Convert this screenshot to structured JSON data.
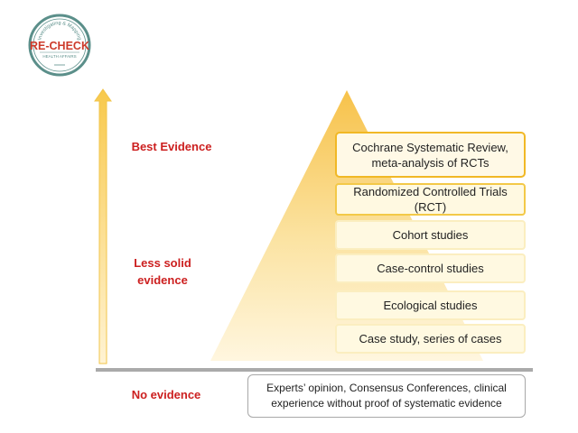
{
  "logo": {
    "name": "RE-CHECK",
    "arc_text": "Investigating & Mapping",
    "sub_text": "HEALTH AFFAIRS",
    "ring_color": "#5b8f8a",
    "text_color": "#cc3a2a"
  },
  "scale": {
    "best": "Best Evidence",
    "less_line1": "Less solid",
    "less_line2": "evidence",
    "none": "No evidence"
  },
  "levels": [
    {
      "line1": "Cochrane Systematic Review,",
      "line2": "meta-analysis of RCTs"
    },
    {
      "line1": "Randomized Controlled Trials",
      "line2": "(RCT)"
    },
    {
      "line1": "Cohort studies"
    },
    {
      "line1": "Case-control studies"
    },
    {
      "line1": "Ecological studies"
    },
    {
      "line1": "Case study, series of cases"
    }
  ],
  "note": {
    "line1": "Experts’ opinion, Consensus Conferences, clinical",
    "line2": "experience without proof of systematic evidence"
  },
  "colors": {
    "label_red": "#cc1f1f",
    "pyramid_top": "#f7c24a",
    "pyramid_bottom": "#fff6df",
    "box_top_border": "#f1b825"
  }
}
